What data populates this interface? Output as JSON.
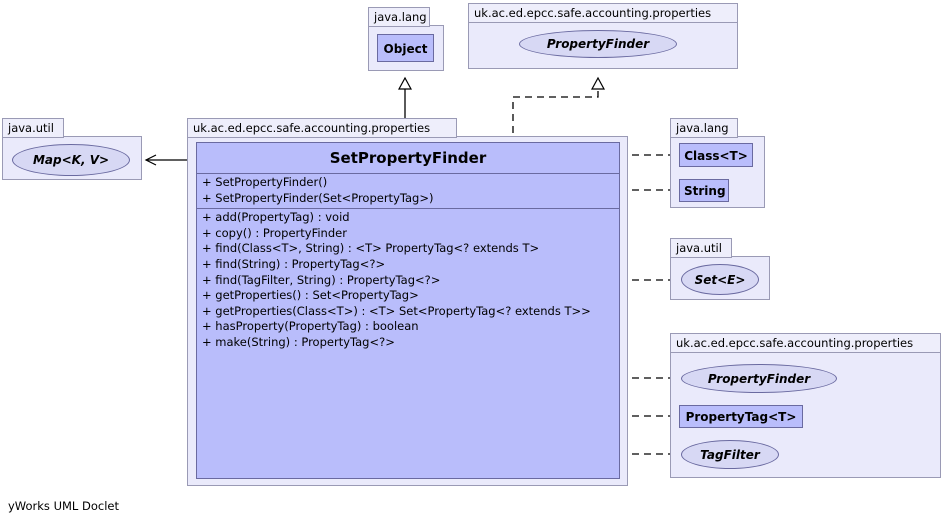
{
  "diagram": {
    "kind": "uml-class-diagram",
    "footer": "yWorks UML Doclet",
    "colors": {
      "class_fill": "#b9bdfb",
      "class_border": "#6a6aa0",
      "interface_fill": "#d7d8f4",
      "package_fill": "#eaeafb",
      "package_tab_fill": "#eeeefb",
      "package_border": "#9a9ab5",
      "edge": "#000000",
      "background": "#ffffff"
    }
  },
  "packages": {
    "java_lang_object": {
      "label": "java.lang"
    },
    "properties_top": {
      "label": "uk.ac.ed.epcc.safe.accounting.properties"
    },
    "java_util_map": {
      "label": "java.util"
    },
    "properties_main": {
      "label": "uk.ac.ed.epcc.safe.accounting.properties"
    },
    "java_lang_right": {
      "label": "java.lang"
    },
    "java_util_set": {
      "label": "java.util"
    },
    "properties_bottom": {
      "label": "uk.ac.ed.epcc.safe.accounting.properties"
    }
  },
  "nodes": {
    "object": {
      "name": "Object",
      "stereotype": "class"
    },
    "property_finder_top": {
      "name": "PropertyFinder",
      "stereotype": "interface"
    },
    "map": {
      "name": "Map<K, V>",
      "stereotype": "interface"
    },
    "class_t": {
      "name": "Class<T>",
      "stereotype": "class"
    },
    "string": {
      "name": "String",
      "stereotype": "class"
    },
    "set_e": {
      "name": "Set<E>",
      "stereotype": "interface"
    },
    "property_finder_bottom": {
      "name": "PropertyFinder",
      "stereotype": "interface"
    },
    "property_tag": {
      "name": "PropertyTag<T>",
      "stereotype": "class"
    },
    "tag_filter": {
      "name": "TagFilter",
      "stereotype": "interface"
    }
  },
  "main_class": {
    "name": "SetPropertyFinder",
    "constructors": [
      "+ SetPropertyFinder()",
      "+ SetPropertyFinder(Set<PropertyTag>)"
    ],
    "methods": [
      "+ add(PropertyTag) : void",
      "+ copy() : PropertyFinder",
      "+ find(Class<T>, String) :  <T> PropertyTag<? extends T>",
      "+ find(String) : PropertyTag<?>",
      "+ find(TagFilter, String) : PropertyTag<?>",
      "+ getProperties() : Set<PropertyTag>",
      "+ getProperties(Class<T>) :  <T> Set<PropertyTag<? extends T>>",
      "+ hasProperty(PropertyTag) : boolean",
      "+ make(String) : PropertyTag<?>"
    ]
  },
  "edges": [
    {
      "from": "SetPropertyFinder",
      "to": "Object",
      "type": "generalization",
      "style": "solid",
      "arrow": "hollow-triangle"
    },
    {
      "from": "SetPropertyFinder",
      "to": "PropertyFinder",
      "type": "realization",
      "style": "dashed",
      "arrow": "hollow-triangle"
    },
    {
      "from": "SetPropertyFinder",
      "to": "Map<K, V>",
      "type": "dependency",
      "style": "solid",
      "arrow": "open"
    },
    {
      "from": "SetPropertyFinder",
      "to": "Class<T>",
      "type": "dependency",
      "style": "dashed",
      "arrow": "open"
    },
    {
      "from": "SetPropertyFinder",
      "to": "String",
      "type": "dependency",
      "style": "dashed",
      "arrow": "open"
    },
    {
      "from": "SetPropertyFinder",
      "to": "Set<E>",
      "type": "dependency",
      "style": "dashed",
      "arrow": "open"
    },
    {
      "from": "SetPropertyFinder",
      "to": "PropertyFinder",
      "type": "dependency",
      "style": "dashed",
      "arrow": "open"
    },
    {
      "from": "SetPropertyFinder",
      "to": "PropertyTag<T>",
      "type": "dependency",
      "style": "dashed",
      "arrow": "open"
    },
    {
      "from": "SetPropertyFinder",
      "to": "TagFilter",
      "type": "dependency",
      "style": "dashed",
      "arrow": "open"
    }
  ]
}
